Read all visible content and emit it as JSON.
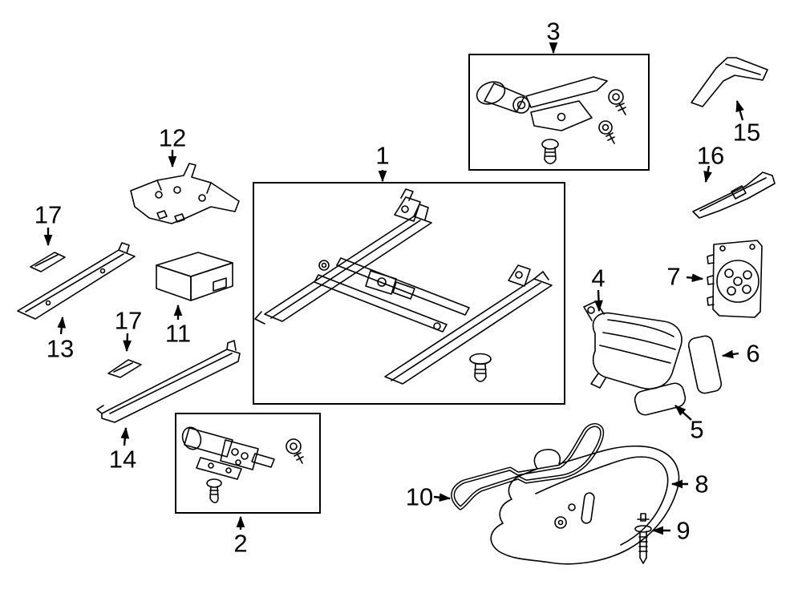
{
  "diagram": {
    "background": "#ffffff",
    "line_color": "#000000",
    "highlight_fill": "#aed5ee",
    "highlighted_callout": "11",
    "callouts": [
      {
        "text": "1"
      },
      {
        "text": "2"
      },
      {
        "text": "3"
      },
      {
        "text": "4"
      },
      {
        "text": "5"
      },
      {
        "text": "6"
      },
      {
        "text": "7"
      },
      {
        "text": "8"
      },
      {
        "text": "9"
      },
      {
        "text": "10"
      },
      {
        "text": "11"
      },
      {
        "text": "12"
      },
      {
        "text": "13"
      },
      {
        "text": "14"
      },
      {
        "text": "15"
      },
      {
        "text": "16"
      },
      {
        "text": "17"
      },
      {
        "text": "17"
      }
    ]
  }
}
